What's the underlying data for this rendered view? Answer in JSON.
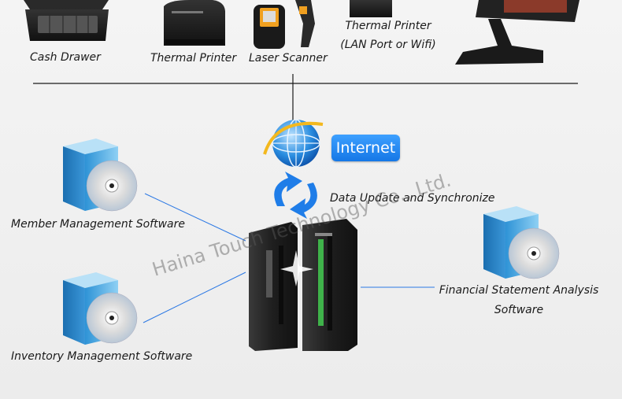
{
  "devices": {
    "cash_drawer": "Cash Drawer",
    "thermal_printer": "Thermal Printer",
    "laser_scanner": "Laser Scanner",
    "thermal_printer_net_line1": "Thermal Printer",
    "thermal_printer_net_line2": "(LAN Port or Wifi)"
  },
  "network": {
    "internet": "Internet",
    "sync": "Data Update and Synchronize"
  },
  "software": {
    "member": "Member Management Software",
    "inventory": "Inventory Management Software",
    "financial_line1": "Financial Statement Analysis",
    "financial_line2": "Software"
  },
  "watermark": "Haina Touch Technology Co., Ltd.",
  "colors": {
    "accent_blue": "#1f7de8",
    "line_blue": "#2b78e4",
    "server_dark": "#1e1e1e"
  }
}
